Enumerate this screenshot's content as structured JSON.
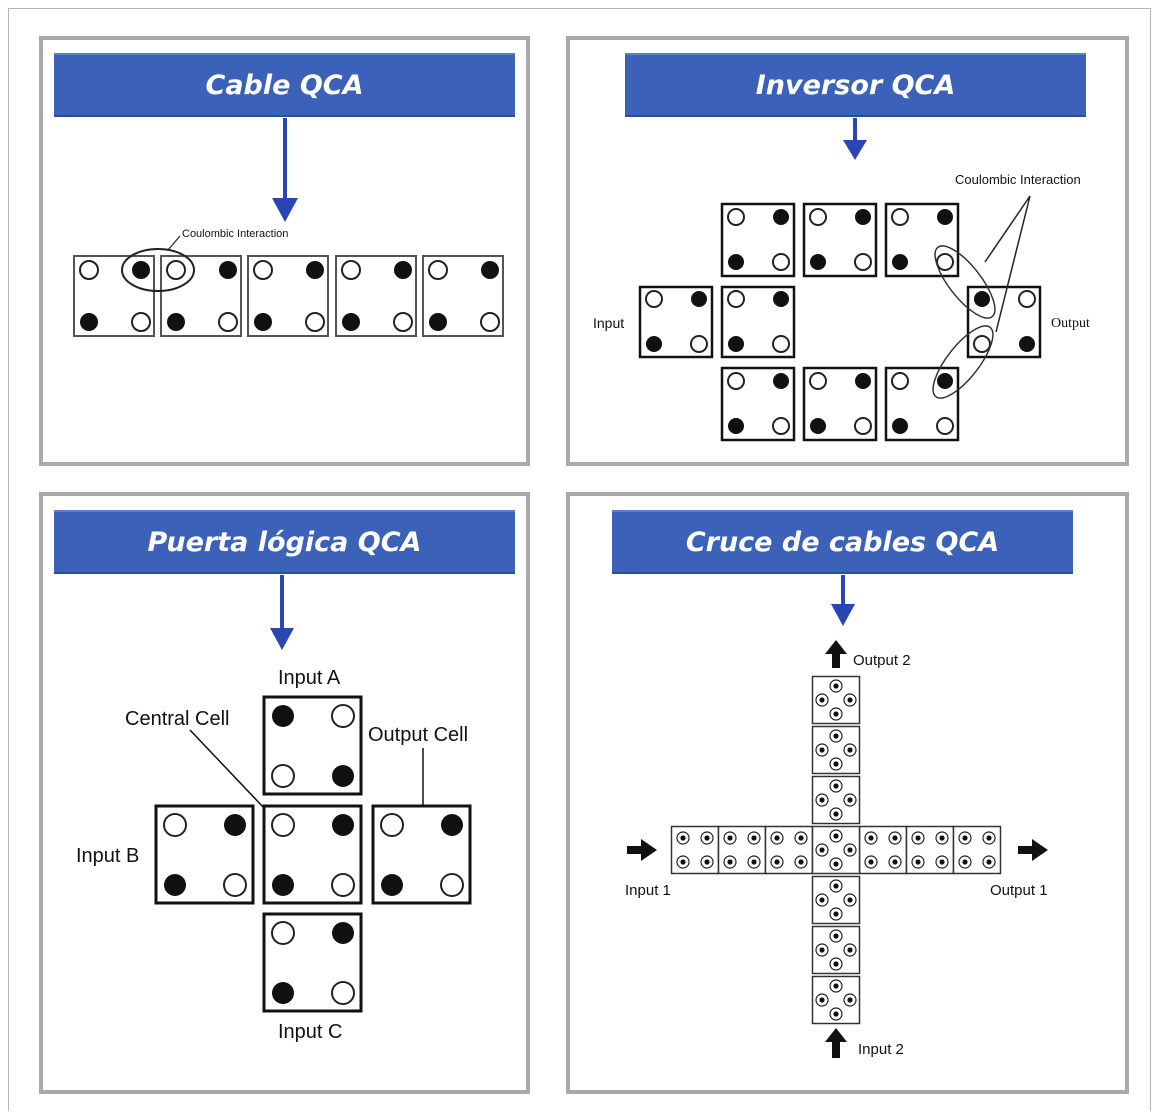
{
  "colors": {
    "banner": "#3b62b8",
    "arrow": "#2946b3",
    "panel_border": "#a9a9a9"
  },
  "panels": {
    "cable": {
      "title": "Cable QCA",
      "annotation": "Coulombic Interaction"
    },
    "inverter": {
      "title": "Inversor QCA",
      "annotation": "Coulombic Interaction",
      "input_label": "Input",
      "output_label": "Output"
    },
    "gate": {
      "title": "Puerta lógica QCA",
      "input_a": "Input A",
      "input_b": "Input B",
      "input_c": "Input C",
      "central_cell": "Central Cell",
      "output_cell": "Output Cell"
    },
    "crossover": {
      "title": "Cruce de cables QCA",
      "input_1": "Input 1",
      "output_1": "Output 1",
      "input_2": "Input 2",
      "output_2": "Output 2"
    }
  }
}
